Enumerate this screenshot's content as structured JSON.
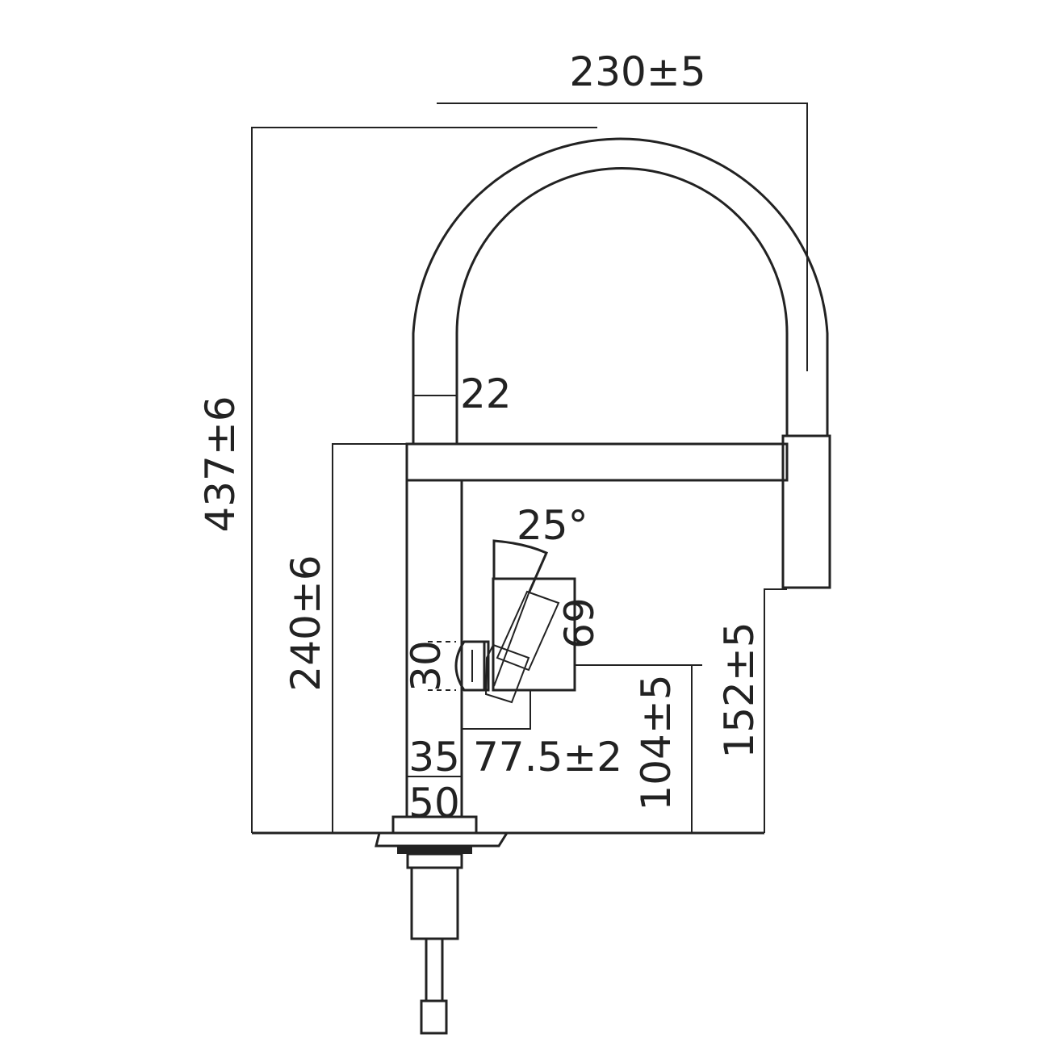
{
  "dimensions": {
    "overall_reach": "230±5",
    "overall_height": "437±6",
    "spout_diameter": "22",
    "body_height": "240±6",
    "lever_angle": "25°",
    "lever_height": "69",
    "lever_width": "30",
    "spout_outlet_height": "152±5",
    "lever_axis_height": "104±5",
    "lever_reach": "77.5±2",
    "body_diameter": "35",
    "base_diameter": "50"
  },
  "colors": {
    "line": "#222222",
    "background": "#ffffff"
  }
}
